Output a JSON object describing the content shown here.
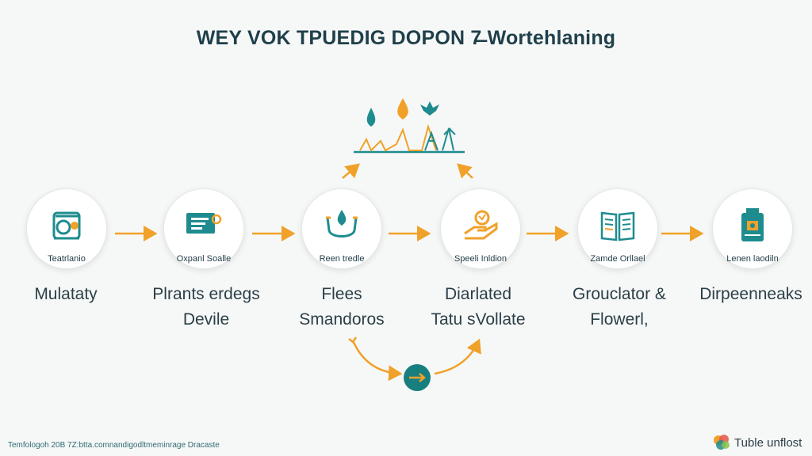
{
  "title": "WEY VOK TPUEDIG DOPON 7̶ Wortehlaning",
  "nodes": [
    {
      "label": "Teatrlanio",
      "text": [
        "Mulataty"
      ],
      "icon": "machine-gear-icon"
    },
    {
      "label": "Oxpanl Soalle",
      "text": [
        "Plrants erdegs",
        "Devile"
      ],
      "icon": "monitor-screen-icon"
    },
    {
      "label": "Reen tredle",
      "text": [
        "Flees",
        "Smandoros"
      ],
      "icon": "water-drop-bowl-icon"
    },
    {
      "label": "Speeli Inldion",
      "text": [
        "Diarlated",
        "Tatu sVollate"
      ],
      "icon": "hand-holding-seed-icon"
    },
    {
      "label": "Zamde Orllael",
      "text": [
        "Grouclator &",
        "Flowerl,"
      ],
      "icon": "open-book-icon"
    },
    {
      "label": "Lenen laodiln",
      "text": [
        "Dirpeenneaks"
      ],
      "icon": "jar-container-icon"
    }
  ],
  "top_icons": [
    "water-drop-icon",
    "oil-drop-icon",
    "leaf-icon",
    "waveform-chart-icon"
  ],
  "footer": {
    "left_text": "Temfologoh 20B 7Z:btta.comnandigodltmeminrage Dracaste",
    "brand_name": "Tuble unflost",
    "brand_icon": "colorful-logo-icon"
  },
  "colors": {
    "teal": "#1e8c8f",
    "orange": "#f0a12a",
    "dark": "#1f3f4a"
  }
}
